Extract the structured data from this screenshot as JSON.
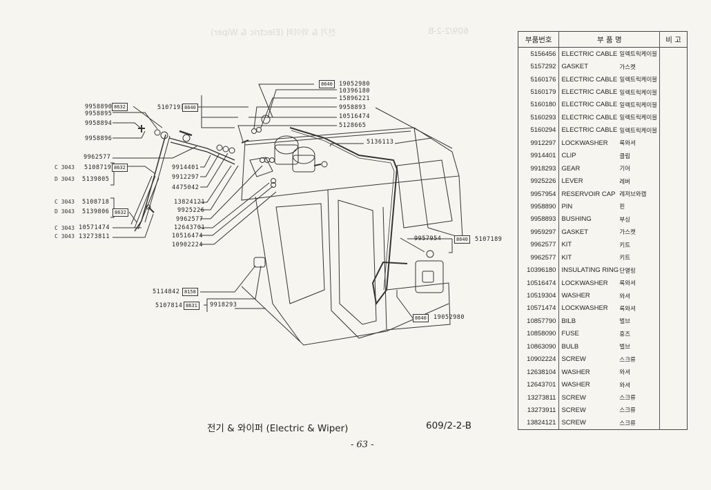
{
  "page": {
    "caption": "전기 & 와이퍼 (Electric & Wiper)",
    "code": "609/2-2-B",
    "page_number": "- 63 -",
    "ghost_caption": "전기 & 와이퍼 (Electric & Wiper)",
    "ghost_code": "609/2-2-B"
  },
  "table": {
    "headers": {
      "part_no": "부품번호",
      "name": "부    품    명",
      "remark": "비  고"
    },
    "rows": [
      {
        "no": "5156456",
        "en": "ELECTRIC CABLE",
        "kr": "일렉트릭케이블"
      },
      {
        "no": "5157292",
        "en": "GASKET",
        "kr": "가스켓"
      },
      {
        "no": "5160176",
        "en": "ELECTRIC CABLE",
        "kr": "일렉트릭케이블"
      },
      {
        "no": "5160179",
        "en": "ELECTRIC CABLE",
        "kr": "일렉트릭케이블"
      },
      {
        "no": "5160180",
        "en": "ELECTRIC CABLE",
        "kr": "일렉트릭케이블"
      },
      {
        "no": "5160293",
        "en": "ELECTRIC CABLE",
        "kr": "일렉트릭케이블"
      },
      {
        "no": "5160294",
        "en": "ELECTRIC CABLE",
        "kr": "일렉트릭케이블"
      },
      {
        "no": "9912297",
        "en": "LOCKWASHER",
        "kr": "록와셔"
      },
      {
        "no": "9914401",
        "en": "CLIP",
        "kr": "클립"
      },
      {
        "no": "9918293",
        "en": "GEAR",
        "kr": "기어"
      },
      {
        "no": "9925226",
        "en": "LEVER",
        "kr": "레버"
      },
      {
        "no": "9957954",
        "en": "RESERVOIR CAP",
        "kr": "레저브와캡"
      },
      {
        "no": "9958890",
        "en": "PIN",
        "kr": "핀"
      },
      {
        "no": "9958893",
        "en": "BUSHING",
        "kr": "부싱"
      },
      {
        "no": "9959297",
        "en": "GASKET",
        "kr": "가스켓"
      },
      {
        "no": "9962577",
        "en": "KIT",
        "kr": "키트"
      },
      {
        "no": "9962577",
        "en": "KIT",
        "kr": "키트"
      },
      {
        "no": "10396180",
        "en": "INSULATING RING",
        "kr": "단열링"
      },
      {
        "no": "10516474",
        "en": "LOCKWASHER",
        "kr": "록와셔"
      },
      {
        "no": "10519304",
        "en": "WASHER",
        "kr": "와셔"
      },
      {
        "no": "10571474",
        "en": "LOCKWASHER",
        "kr": "록와셔"
      },
      {
        "no": "10857790",
        "en": "BILB",
        "kr": "벌브"
      },
      {
        "no": "10858090",
        "en": "FUSE",
        "kr": "휴즈"
      },
      {
        "no": "10863090",
        "en": "BULB",
        "kr": "벌브"
      },
      {
        "no": "10902224",
        "en": "SCREW",
        "kr": "스크류"
      },
      {
        "no": "12638104",
        "en": "WASHER",
        "kr": "와셔"
      },
      {
        "no": "12643701",
        "en": "WASHER",
        "kr": "와셔"
      },
      {
        "no": "13273811",
        "en": "SCREW",
        "kr": "스크류"
      },
      {
        "no": "13273911",
        "en": "SCREW",
        "kr": "스크류"
      },
      {
        "no": "13824121",
        "en": "SCREW",
        "kr": "스크류"
      }
    ]
  },
  "diagram": {
    "callouts": {
      "c9958890": "9958890",
      "c9958895": "9958895",
      "c9958894": "9958894",
      "c9958896": "9958896",
      "c9962577a": "9962577",
      "c5108719": "5108719",
      "c5139805": "5139805",
      "c5108718": "5108718",
      "c5139806": "5139806",
      "c10571474": "10571474",
      "c13273811": "13273811",
      "c5107193": "5107193",
      "c9914401": "9914401",
      "c9912297": "9912297",
      "c4475042": "4475042",
      "c13824121": "13824121",
      "c9925226": "9925226",
      "c9962577b": "9962577",
      "c12643701": "12643701",
      "c10516474a": "10516474",
      "c10902224": "10902224",
      "c19052980a": "19052980",
      "c10396180": "10396180",
      "c15896221": "15896221",
      "c9958893": "9958893",
      "c10516474b": "10516474",
      "c5128665": "5128665",
      "c5136113": "5136113",
      "c9957954": "9957954",
      "c5107189": "5107189",
      "c19052980b": "19052980",
      "c5114842": "5114842",
      "c5107814": "5107814",
      "c9918293": "9918293"
    },
    "boxes": {
      "b8632a": "8632",
      "b8632b": "8632",
      "b8632c": "8632",
      "b8640a": "8640",
      "b8640b": "8640",
      "b8640c": "8640",
      "b8640d": "8640",
      "b8158": "8158",
      "b8631": "8631"
    },
    "variants": {
      "v1": "C 3043",
      "v2": "D 3043",
      "v3": "C 3043",
      "v4": "D 3043",
      "v5": "C 3043",
      "v6": "C 3043"
    }
  }
}
